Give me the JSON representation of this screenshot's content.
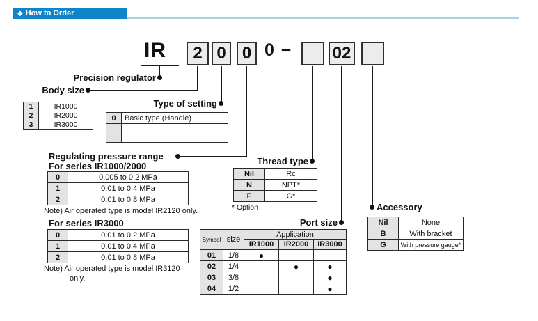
{
  "header": {
    "diamond": "◆",
    "title": "How to Order"
  },
  "model_number": {
    "prefix": "IR",
    "digit_boxes": [
      "2",
      "0",
      "0"
    ],
    "plain_digit": "0",
    "separator": "−",
    "option_box_1": "",
    "port_box": "02",
    "accessory_box": ""
  },
  "callouts": {
    "precision_regulator": "Precision regulator",
    "body_size": "Body size",
    "type_of_setting": "Type of setting",
    "regulating_pressure_range": "Regulating pressure range",
    "thread_type": "Thread type",
    "port_size": "Port size",
    "accessory": "Accessory"
  },
  "body_size_table": {
    "rows": [
      [
        "1",
        "IR1000"
      ],
      [
        "2",
        "IR2000"
      ],
      [
        "3",
        "IR3000"
      ]
    ]
  },
  "type_of_setting_table": {
    "rows": [
      [
        "0",
        "Basic type (Handle)"
      ],
      [
        "",
        ""
      ]
    ]
  },
  "pressure_range_ir1000_2000": {
    "subtitle": "For series IR1000/2000",
    "rows": [
      [
        "0",
        "0.005 to 0.2 MPa"
      ],
      [
        "1",
        "0.01 to 0.4 MPa"
      ],
      [
        "2",
        "0.01 to 0.8 MPa"
      ]
    ],
    "note": "Note) Air operated type is model IR2120 only."
  },
  "pressure_range_ir3000": {
    "subtitle": "For series IR3000",
    "rows": [
      [
        "0",
        "0.01 to 0.2 MPa"
      ],
      [
        "1",
        "0.01 to 0.4 MPa"
      ],
      [
        "2",
        "0.01 to 0.8 MPa"
      ]
    ],
    "note_line1": "Note) Air operated type is model IR3120",
    "note_line2": "only."
  },
  "thread_type_table": {
    "rows": [
      [
        "Nil",
        "Rc"
      ],
      [
        "N",
        "NPT*"
      ],
      [
        "F",
        "G*"
      ]
    ],
    "footnote": "* Option"
  },
  "port_size_table": {
    "symbol_header": "Symbol",
    "size_header": "size",
    "application_header": "Application",
    "columns": [
      "IR1000",
      "IR2000",
      "IR3000"
    ],
    "rows": [
      [
        "01",
        "1/8",
        "●",
        "",
        ""
      ],
      [
        "02",
        "1/4",
        "",
        "●",
        "●"
      ],
      [
        "03",
        "3/8",
        "",
        "",
        "●"
      ],
      [
        "04",
        "1/2",
        "",
        "",
        "●"
      ]
    ]
  },
  "accessory_table": {
    "rows": [
      [
        "Nil",
        "None"
      ],
      [
        "B",
        "With bracket"
      ],
      [
        "G",
        "With pressure gauge*"
      ]
    ]
  },
  "colors": {
    "header_bg": "#0d85c8",
    "header_rule": "#a9d2ea",
    "box_fill": "#ececec",
    "cell_gray": "#e3e3e3",
    "line": "#1a1a1a"
  }
}
